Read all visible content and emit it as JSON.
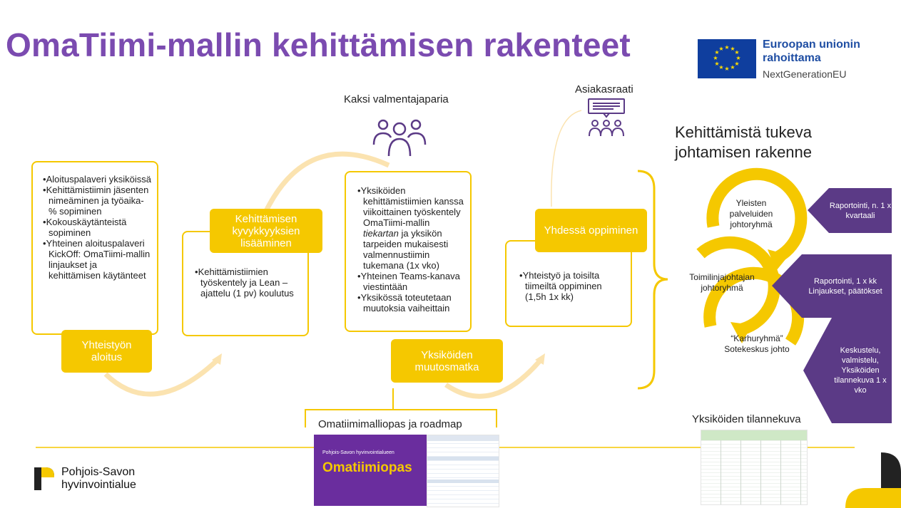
{
  "title": "OmaTiimi-mallin kehittämisen rakenteet",
  "eu": {
    "line1": "Euroopan unionin",
    "line2": "rahoittama",
    "line3": "NextGenerationEU"
  },
  "labels": {
    "coaches": "Kaksi valmentajaparia",
    "panel": "Asiakasraati",
    "guide": "Omatiimimalliopas ja roadmap",
    "status": "Yksiköiden tilannekuva"
  },
  "stages": [
    {
      "label": "Yhteistyön aloitus",
      "items": [
        "Aloituspalaveri yksiköissä",
        "Kehittämistiimin jäsenten nimeäminen ja työaika-% sopiminen",
        "Kokouskäytänteistä sopiminen",
        "Yhteinen aloituspalaveri KickOff: OmaTiimi-mallin linjaukset ja kehittämisen käytänteet"
      ]
    },
    {
      "label": "Kehittämisen kyvykkyyksien lisääminen",
      "items": [
        "Kehittämistiimien työskentely ja Lean – ajattelu (1 pv) koulutus"
      ]
    },
    {
      "label": "Yksiköiden muutosmatka",
      "item1_pre": "Yksiköiden kehittämistiimien kanssa viikoittainen työskentely OmaTiimi-mallin ",
      "item1_em": "tiekartan",
      "item1_post": " ja yksikön tarpeiden mukaisesti valmennustiimin tukemana (1x vko)",
      "item2": "Yhteinen Teams-kanava viestintään",
      "item3": "Yksikössä toteutetaan muutoksia vaiheittain"
    },
    {
      "label": "Yhdessä oppiminen",
      "items": [
        "Yhteistyö ja toisilta tiimeiltä oppiminen (1,5h 1x kk)"
      ]
    }
  ],
  "leadership": {
    "title": "Kehittämistä tukeva johtamisen rakenne",
    "groups": [
      "Yleisten palveluiden johtoryhmä",
      "Toimilinjajohtajan johtoryhmä",
      "“Karhuryhmä” Sotekeskus johto"
    ],
    "arrows": [
      "Raportointi, n. 1 x kvartaali",
      "Raportointi, 1 x kk Linjaukset, päätökset",
      "Keskustelu, valmistelu, Yksiköiden tilannekuva 1 x vko"
    ]
  },
  "guide_cover": {
    "org": "Pohjois-Savon hyvinvointialueen",
    "title": "Omatiimiopas"
  },
  "footer": {
    "org_line1": "Pohjois-Savon",
    "org_line2": "hyvinvointialue"
  },
  "colors": {
    "purple": "#7b4bb0",
    "dark_purple": "#5b3a86",
    "yellow": "#f5c800",
    "eu_blue": "#0f3e9e"
  }
}
